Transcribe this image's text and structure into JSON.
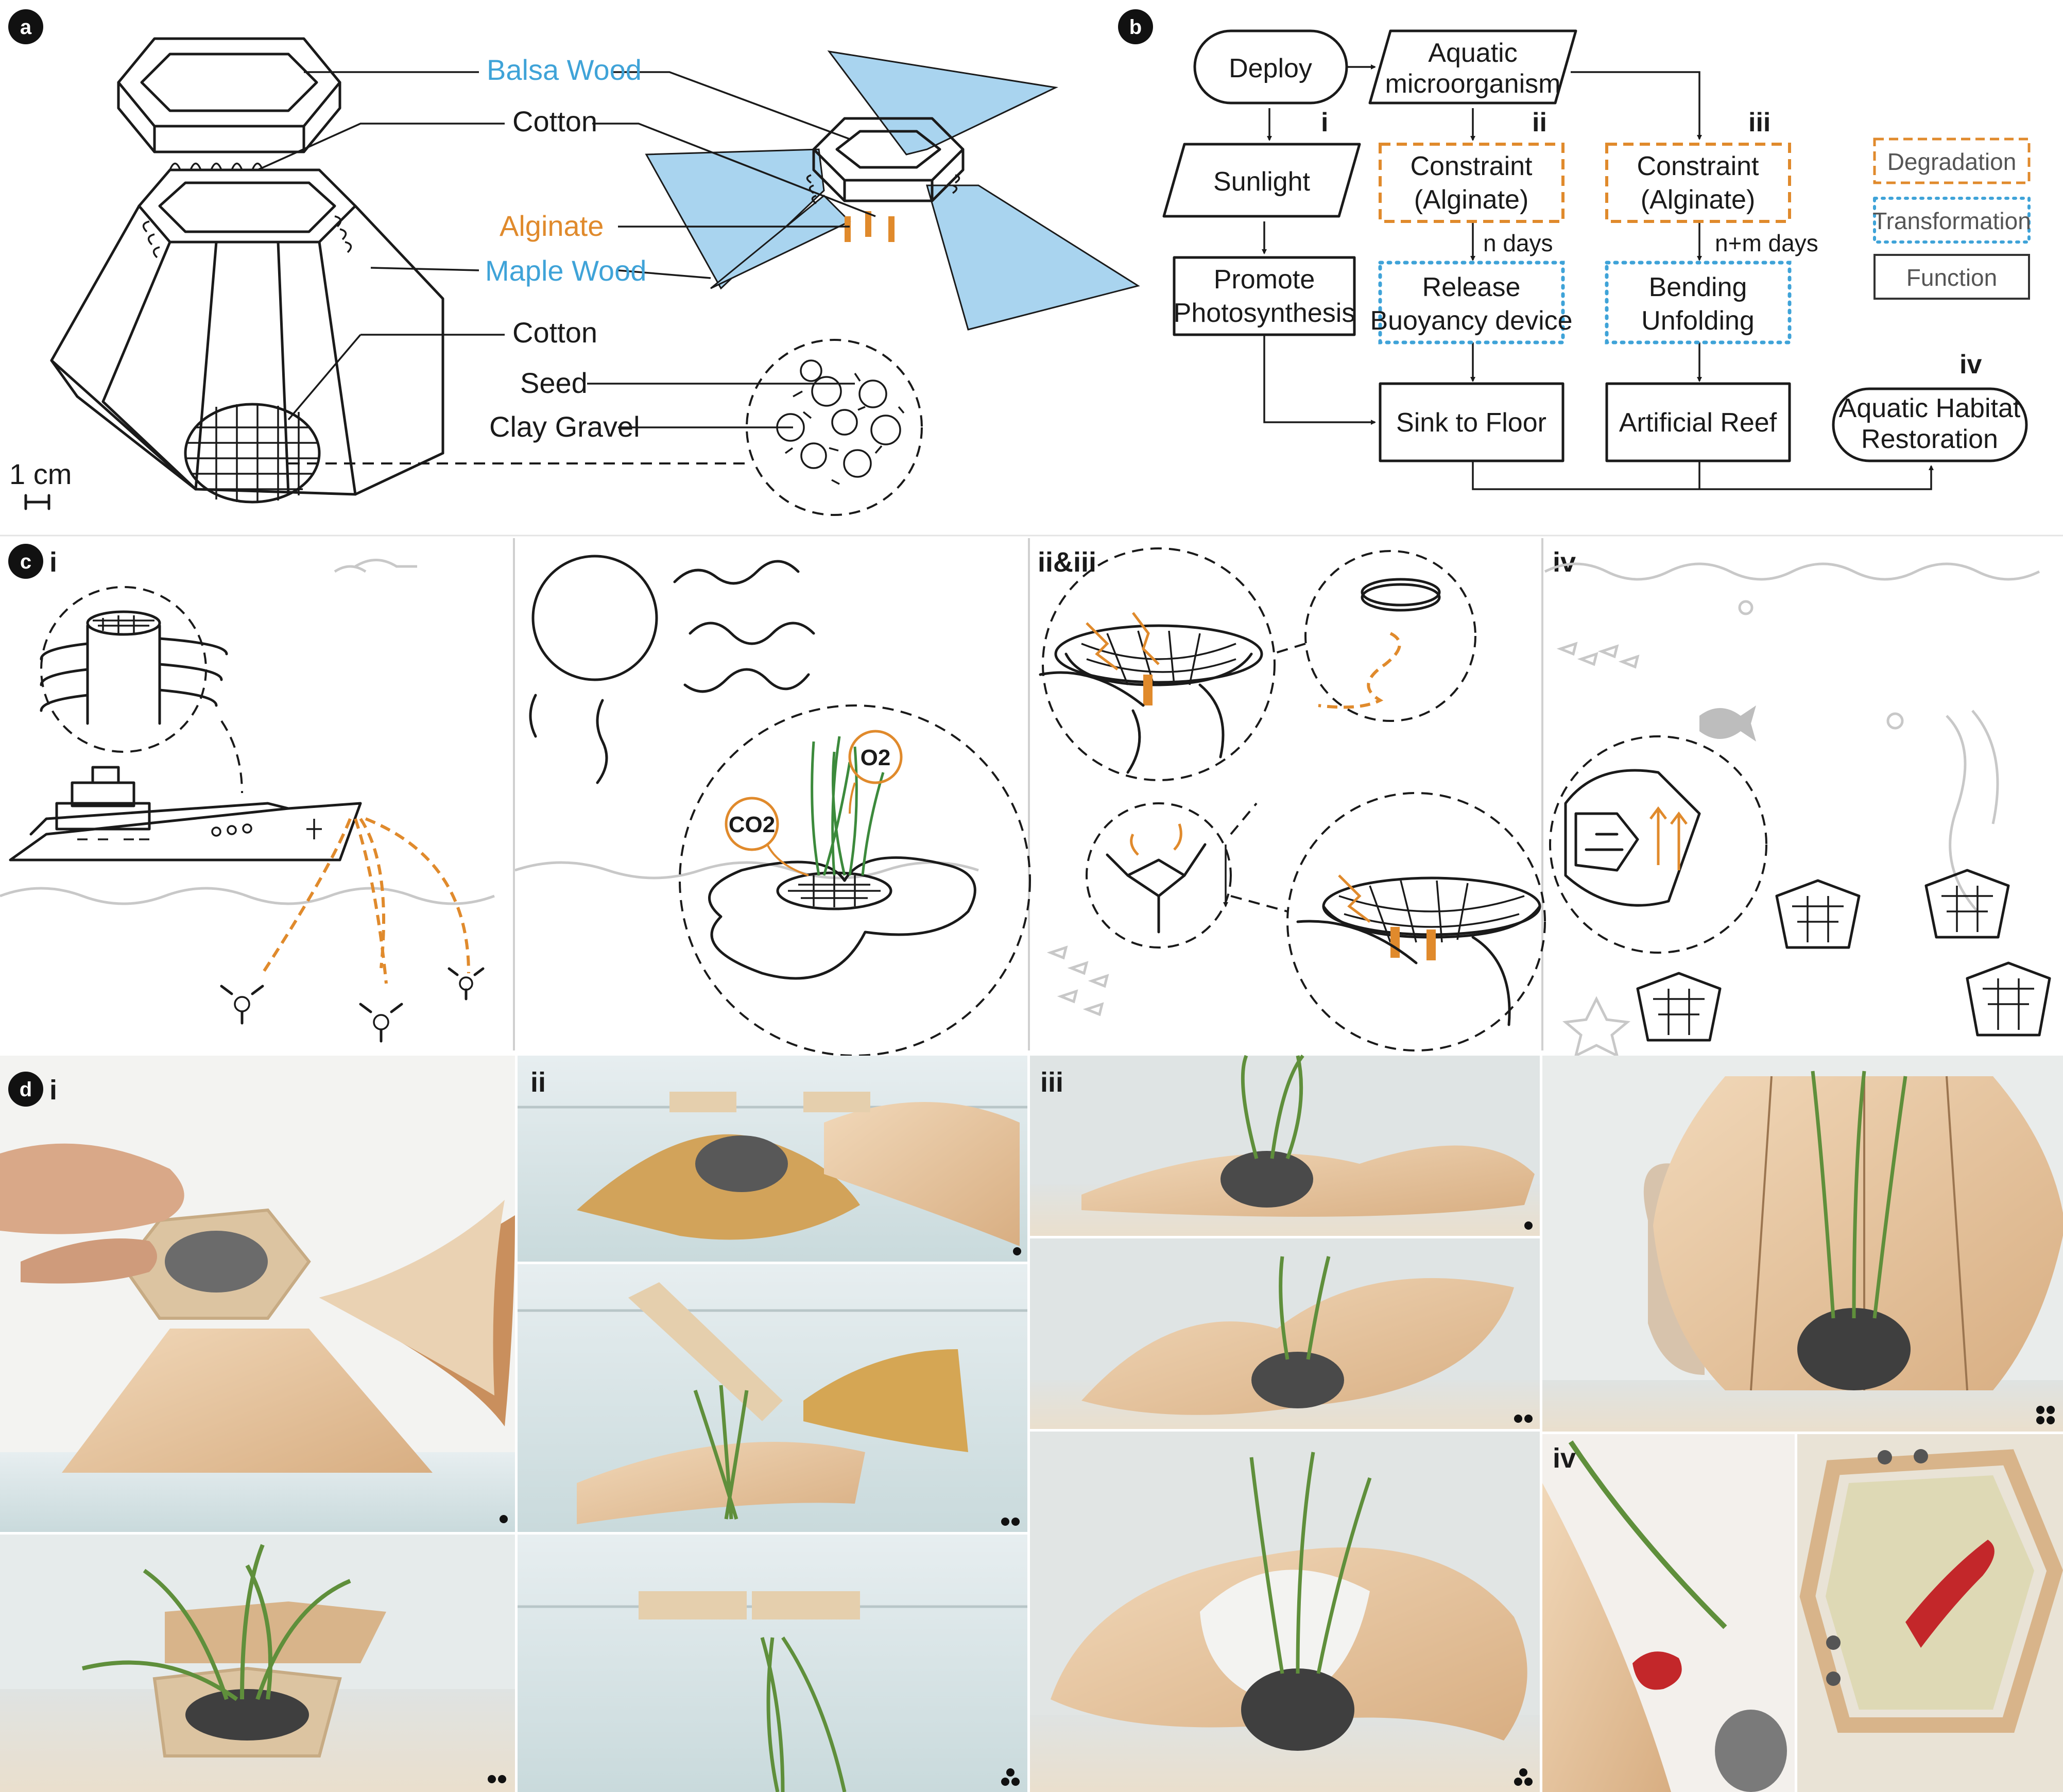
{
  "panels": {
    "a": "a",
    "b": "b",
    "c": "c",
    "d": "d"
  },
  "panel_a": {
    "labels": {
      "balsa_wood": "Balsa Wood",
      "cotton_top": "Cotton",
      "alginate": "Alginate",
      "maple_wood": "Maple Wood",
      "cotton_bottom": "Cotton",
      "seed": "Seed",
      "clay_gravel": "Clay Gravel",
      "scale": "1 cm"
    },
    "colors": {
      "blue": "#3fa3d8",
      "orange": "#e08a2c",
      "wing_fill": "#a9d4ef"
    }
  },
  "panel_b": {
    "nodes": {
      "deploy": "Deploy",
      "aquatic_line1": "Aquatic",
      "aquatic_line2": "microorganism",
      "sunlight": "Sunlight",
      "promote_line1": "Promote",
      "promote_line2": "Photosynthesis",
      "constraint_ii_line1": "Constraint",
      "constraint_ii_line2": "(Alginate)",
      "release_line1": "Release",
      "release_line2": "Buoyancy device",
      "constraint_iii_line1": "Constraint",
      "constraint_iii_line2": "(Alginate)",
      "bending_line1": "Bending",
      "bending_line2": "Unfolding",
      "sink": "Sink to Floor",
      "reef": "Artificial Reef",
      "habitat_line1": "Aquatic Habitat",
      "habitat_line2": "Restoration"
    },
    "edge_labels": {
      "n_days": "n days",
      "nm_days": "n+m days"
    },
    "markers": {
      "i": "i",
      "ii": "ii",
      "iii": "iii",
      "iv": "iv"
    },
    "legend": {
      "degradation": "Degradation",
      "transformation": "Transformation",
      "function": "Function"
    },
    "colors": {
      "degradation": "#e08a2c",
      "transformation": "#3fa3d8",
      "function": "#333333"
    }
  },
  "panel_c": {
    "sub_i": "i",
    "sub_iiiii": "ii&iii",
    "sub_iv": "iv",
    "co2": "CO2",
    "o2": "O2"
  },
  "panel_d": {
    "sub_i": "i",
    "sub_ii": "ii",
    "sub_iii": "iii",
    "sub_iv": "iv",
    "photo_colors": {
      "water": "#d6e4e6",
      "wood": "#e7c7a3",
      "sand": "#eadfcd",
      "plant": "#5f8f3b"
    }
  }
}
